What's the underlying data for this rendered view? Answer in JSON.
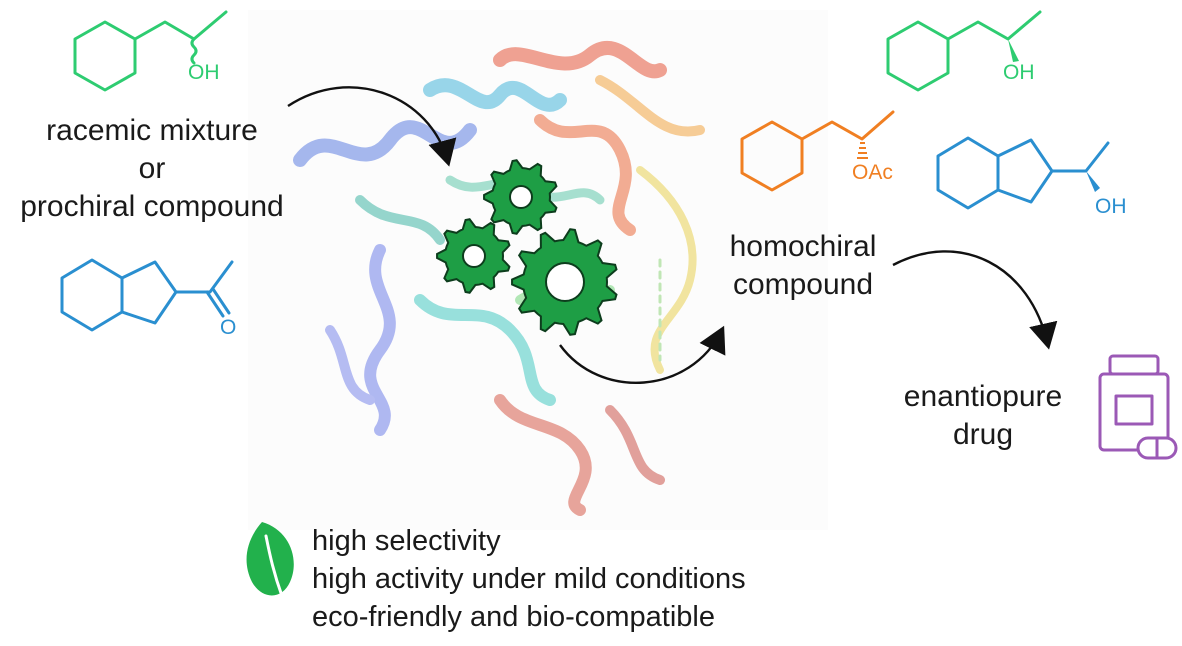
{
  "labels": {
    "substrate_line1": "racemic mixture",
    "substrate_line2": "or",
    "substrate_line3": "prochiral compound",
    "product_line1": "homochiral",
    "product_line2": "compound",
    "drug_line1": "enantiopure",
    "drug_line2": "drug"
  },
  "chem_labels": {
    "oh_green_left": "OH",
    "o_blue_left": "O",
    "oh_green_right": "OH",
    "oac_orange": "OAc",
    "oh_blue_right": "OH"
  },
  "benefits": [
    "high selectivity",
    "high activity under mild conditions",
    "eco-friendly and bio-compatible"
  ],
  "colors": {
    "green_molecule": "#2ecc71",
    "blue_molecule": "#2a8fd0",
    "orange_molecule": "#f07f22",
    "purple_drug": "#9b59b6",
    "gear_green": "#1e9e45",
    "leaf_green": "#22b14c",
    "text": "#1a1a1a"
  },
  "icons": [
    "gear-icon",
    "leaf-icon",
    "pill-bottle-icon"
  ]
}
